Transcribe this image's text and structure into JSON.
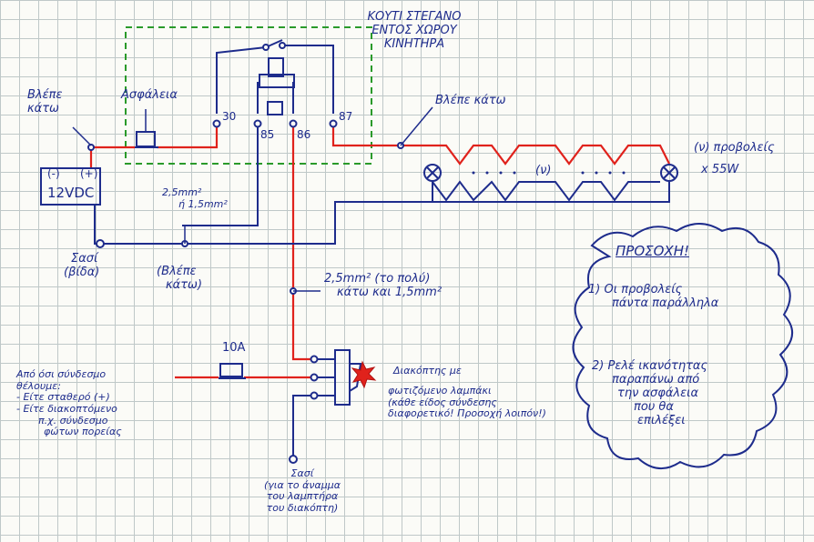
{
  "relay_box": {
    "title_lines": [
      "ΚΟΥΤΙ ΣΤΕΓΑΝΟ",
      "ΕΝΤΟΣ ΧΩΡΟΥ",
      "ΚΙΝΗΤΗΡΑ"
    ]
  },
  "labels": {
    "battery_cable_top": [
      "Βλέπε",
      "κάτω"
    ],
    "fuse": "Ασφάλεια",
    "battery_minus": "(-)",
    "battery_plus": "(+)",
    "battery_voltage": "12VDC",
    "pin_30": "30",
    "pin_85": "85",
    "pin_86": "86",
    "pin_87": "87",
    "see_below_lamps": "Βλέπε κάτω",
    "lamp_gap": "(ν)",
    "lamp_count": "(ν) προβολείς",
    "lamp_power": "x 55W",
    "wire_main": [
      "2,5mm²",
      "ή 1,5mm²"
    ],
    "chassis_left": [
      "Σασί",
      "(βίδα)"
    ],
    "see_below_mid": [
      "(Βλέπε",
      "κάτω)"
    ],
    "wire_switch": [
      "2,5mm² (το πολύ)",
      "κάτω και 1,5mm²"
    ],
    "fuse_10a": "10A",
    "switch_title": "Διακόπτης με",
    "switch_desc": [
      "φωτιζόμενο λαμπάκι",
      "(κάθε είδος σύνδεσης",
      "διαφορετικό! Προσοχή λοιπόν!)"
    ],
    "feed_note": [
      "Από όσι σύνδεσμο",
      "θέλουμε:",
      "- Είτε σταθερό (+)",
      "- Είτε διακοπτόμενο",
      "π.χ. σύνδεσμο",
      "φώτων πορείας"
    ],
    "chassis_bottom": [
      "Σασί",
      "(για το άναμμα",
      "του λαμπτήρα",
      "του διακόπτη)"
    ]
  },
  "note": {
    "title": "ΠΡΟΣΟΧΗ!",
    "item1": [
      "1) Οι προβολείς",
      "πάντα παράλληλα"
    ],
    "item2": [
      "2) Ρελέ ικανότητας",
      "παραπάνω από",
      "την ασφάλεια",
      "που θα",
      "επιλέξει"
    ]
  },
  "colors": {
    "ink": "#1e2c8c",
    "positive_wire": "#e0221c",
    "box_outline": "#2a9a2a",
    "indicator": "#e0221c"
  },
  "icons": [
    "lamp-icon",
    "fuse-icon",
    "relay-coil-icon",
    "switch-icon",
    "battery-icon",
    "ground-icon"
  ]
}
